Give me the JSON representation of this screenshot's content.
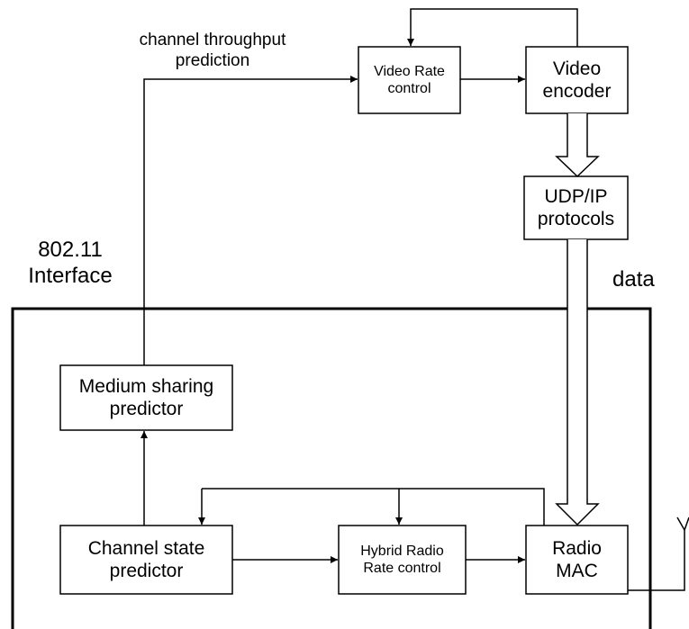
{
  "labels": {
    "channel_throughput_prediction_line1": "channel throughput",
    "channel_throughput_prediction_line2": "prediction",
    "interface_line1": "802.11",
    "interface_line2": "Interface",
    "data": "data"
  },
  "blocks": {
    "video_rate_control": [
      "Video Rate",
      "control"
    ],
    "video_encoder": [
      "Video",
      "encoder"
    ],
    "udp_ip": [
      "UDP/IP",
      "protocols"
    ],
    "medium_sharing": [
      "Medium sharing",
      "predictor"
    ],
    "channel_state": [
      "Channel state",
      "predictor"
    ],
    "hybrid_radio_rate": [
      "Hybrid Radio",
      "Rate control"
    ],
    "radio_mac": [
      "Radio",
      "MAC"
    ]
  },
  "colors": {
    "stroke": "#000000",
    "fill": "#ffffff",
    "text": "#000000"
  },
  "icons": {
    "antenna": "antenna-icon"
  }
}
